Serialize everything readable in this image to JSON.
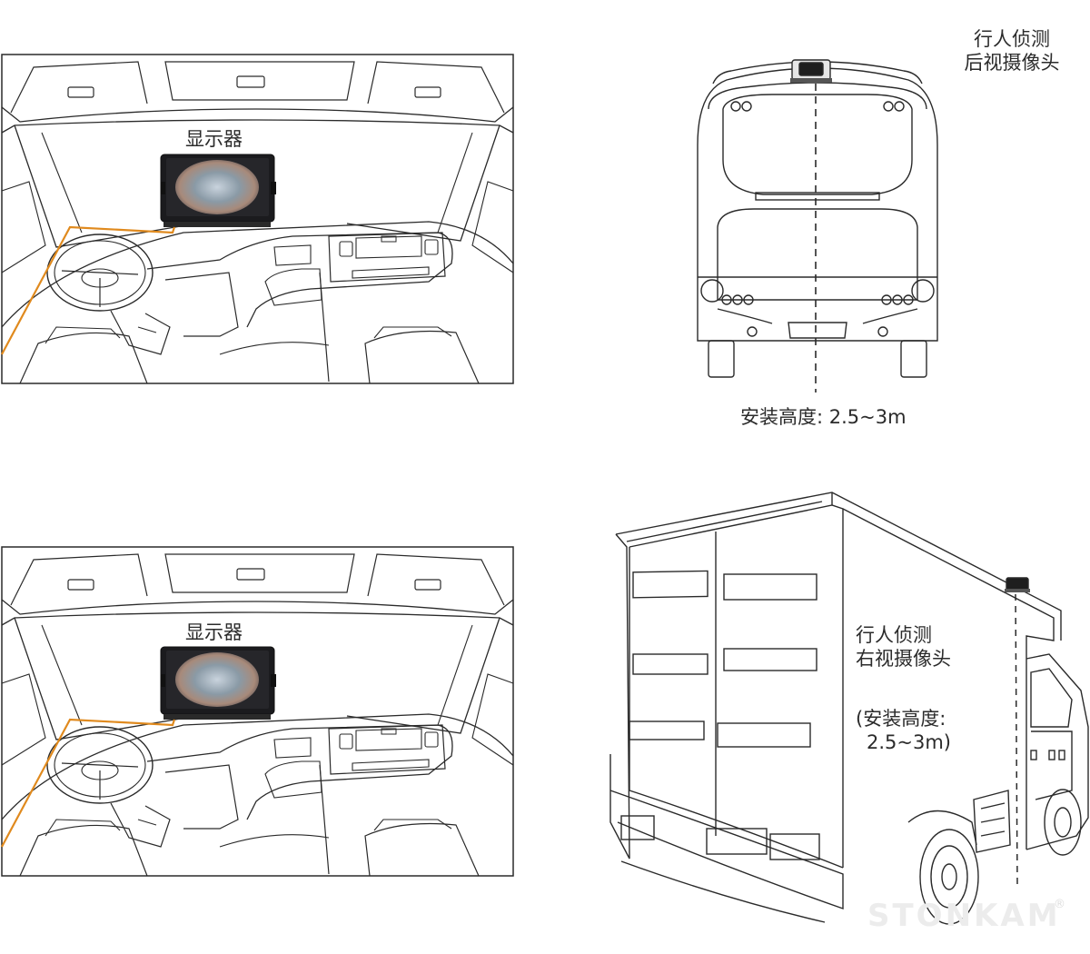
{
  "panels": {
    "cab_top": {
      "monitor_label": "显示器"
    },
    "cab_bottom": {
      "monitor_label": "显示器"
    },
    "bus_rear": {
      "camera_label_line1": "行人侦测",
      "camera_label_line2": "后视摄像头",
      "install_height": "安装高度: 2.5~3m"
    },
    "truck_side": {
      "camera_label_line1": "行人侦测",
      "camera_label_line2": "右视摄像头",
      "install_height_line1": "(安装高度:",
      "install_height_line2": "2.5~3m)"
    }
  },
  "watermark": {
    "text": "STONKAM",
    "mark": "®"
  },
  "colors": {
    "cable": "#e08a1e",
    "line": "#2a2a2a"
  }
}
